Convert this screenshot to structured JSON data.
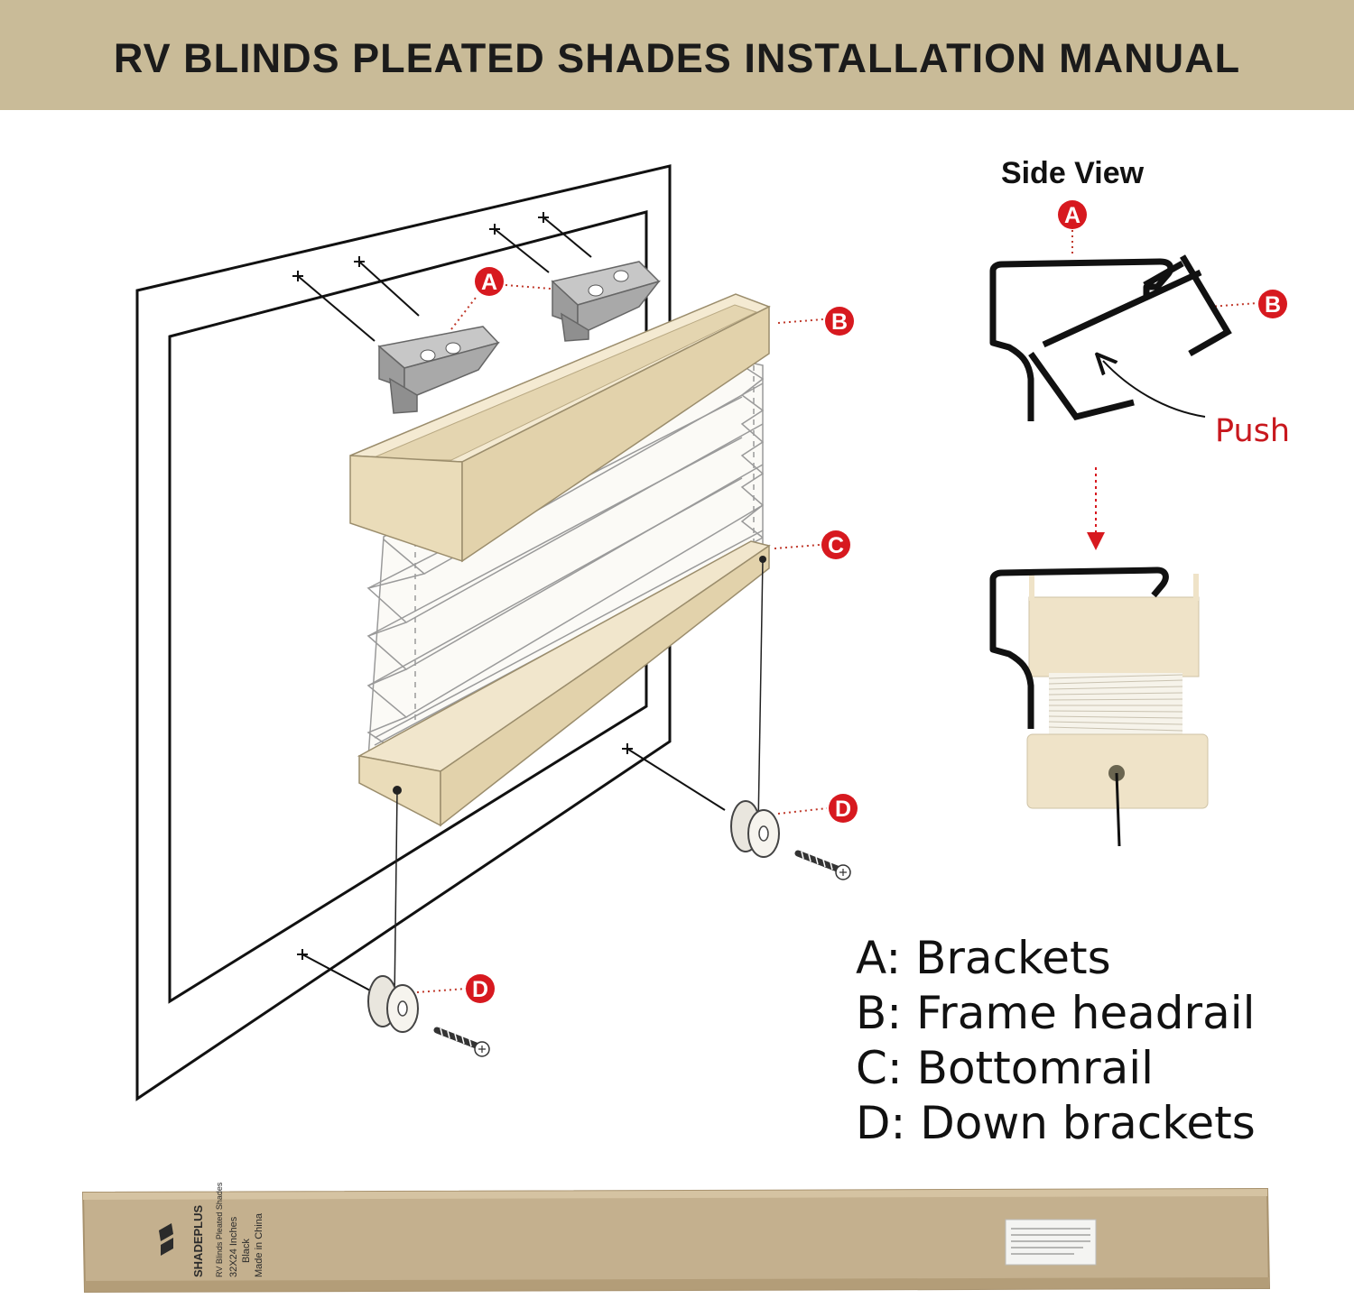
{
  "header": {
    "title": "RV BLINDS PLEATED SHADES INSTALLATION MANUAL"
  },
  "side_view": {
    "title": "Side View",
    "push_label": "Push"
  },
  "callouts": {
    "a": "A",
    "b": "B",
    "c": "C",
    "d": "D"
  },
  "legend": {
    "items": [
      {
        "key": "A",
        "text": "A: Brackets"
      },
      {
        "key": "B",
        "text": "B: Frame headrail"
      },
      {
        "key": "C",
        "text": "C: Bottomrail"
      },
      {
        "key": "D",
        "text": "D: Down brackets"
      }
    ]
  },
  "package": {
    "brand": "SHADEPLUS",
    "product": "RV Blinds Pleated Shades",
    "size": "32X24 Inches",
    "color": "Black",
    "origin": "Made in China"
  },
  "colors": {
    "banner": "#c9bb98",
    "badge_red": "#d7191f",
    "headrail_beige": "#ede0c2",
    "bracket_gray": "#a9a9a9",
    "box_brown": "#c4b08e"
  }
}
